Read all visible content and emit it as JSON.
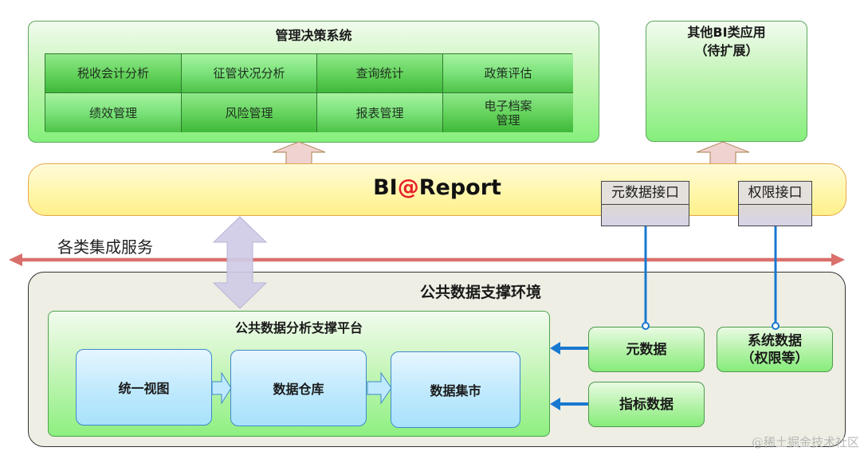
{
  "management_system": {
    "title": "管理决策系统",
    "modules": [
      {
        "label": "税收会计分析"
      },
      {
        "label": "征管状况分析"
      },
      {
        "label": "查询统计"
      },
      {
        "label": "政策评估"
      },
      {
        "label": "绩效管理"
      },
      {
        "label": "风险管理"
      },
      {
        "label": "报表管理"
      },
      {
        "label": "电子档案\n管理",
        "line1": "电子档案",
        "line2": "管理"
      }
    ]
  },
  "other_bi": {
    "line1": "其他BI类应用",
    "line2": "（待扩展）"
  },
  "bi_report": {
    "title_prefix": "BI",
    "title_at": "@",
    "title_suffix": "Report",
    "interfaces": [
      {
        "label": "元数据接口"
      },
      {
        "label": "权限接口"
      }
    ]
  },
  "integration_services": {
    "label": "各类集成服务"
  },
  "public_data_env": {
    "title": "公共数据支撑环境",
    "platform": {
      "title": "公共数据分析支撑平台",
      "flow": [
        {
          "label": "统一视图"
        },
        {
          "label": "数据仓库"
        },
        {
          "label": "数据集市"
        }
      ]
    },
    "sources": [
      {
        "label": "元数据"
      },
      {
        "label": "指标数据"
      },
      {
        "line1": "系统数据",
        "line2": "（权限等）"
      }
    ]
  },
  "watermark": "@稀土掘金技术社区",
  "colors": {
    "bi_at": "#e8202a",
    "service_arrow": "#d9706c",
    "connector_blue": "#1878d0",
    "bidirectional_arrow": "#cfcbe6"
  }
}
